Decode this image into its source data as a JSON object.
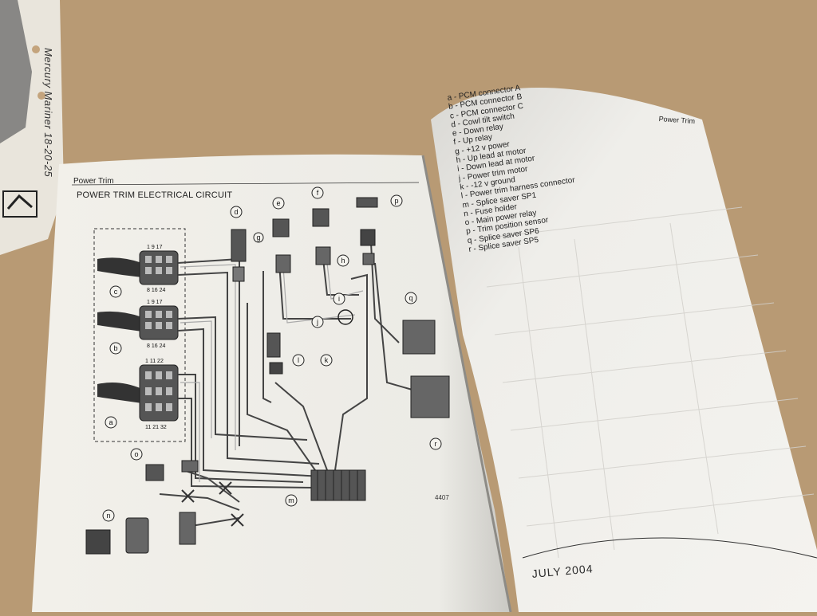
{
  "left_page": {
    "header": "Power Trim",
    "title": "POWER TRIM ELECTRICAL CIRCUIT",
    "figure_number": "4407",
    "connector_c_top_pins": "1  9 17",
    "connector_c_bottom_pins": "8 16 24",
    "connector_b_top_pins": "1  9 17",
    "connector_b_bottom_pins": "8 16 24",
    "connector_a_top_pins": "1 11 22",
    "connector_a_bottom_pins": "11 21 32"
  },
  "right_page": {
    "header": "Power Trim",
    "legend": [
      "a - PCM connector A",
      "b - PCM connector B",
      "c - PCM connector C",
      "d - Cowl tilt switch",
      "e - Down relay",
      "f - Up relay",
      "g - +12 v power",
      "h - Up lead at motor",
      "i - Down lead at motor",
      "j - Power trim motor",
      "k - -12 v ground",
      "l - Power trim harness connector",
      "m - Splice saver SP1",
      "n - Fuse holder",
      "o - Main power relay",
      "p - Trim position sensor",
      "q - Splice saver SP6",
      "r - Splice saver SP5"
    ],
    "footer": "JULY 2004"
  },
  "background_book": {
    "spine_text": "Mercury Mariner 18-20-25"
  },
  "callouts": [
    "a",
    "b",
    "c",
    "d",
    "e",
    "f",
    "g",
    "h",
    "i",
    "j",
    "k",
    "l",
    "m",
    "n",
    "o",
    "p",
    "q",
    "r"
  ]
}
